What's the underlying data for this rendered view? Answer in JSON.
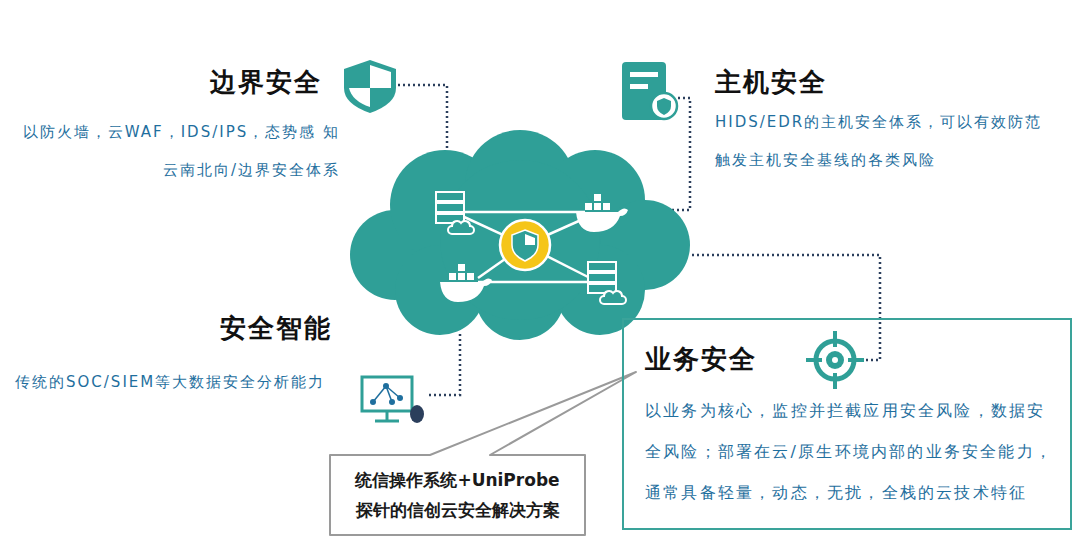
{
  "diagram": {
    "nodes": [
      {
        "text": [
          "业务安全",
          "以业务为核心，监控并拦截应用安全风险，数据安 全风险；部署在云/原生环境内部的业务安全能力， 通常具备轻量，动态，无扰，全栈的云技术特征"
        ]
      },
      {
        "text": [
          "统信操作系统+UniProbe 探针的信创云安全解决方案"
        ]
      }
    ],
    "labels": [
      "边界安全",
      "以防火墙，云WAF，IDS/IPS，态势感 知云南北向/边界安全体系",
      "主机安全",
      "HIDS/EDR的主机安全体系，可以有效防范 触发主机安全基线的各类风险",
      "安全智能",
      "传统的SOC/SIEM等大数据安全分析能力"
    ]
  }
}
